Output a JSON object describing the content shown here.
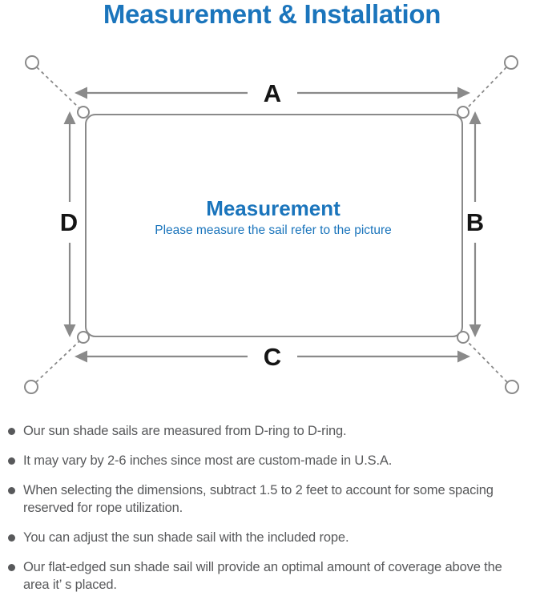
{
  "page": {
    "title": "Measurement & Installation"
  },
  "diagram": {
    "labels": {
      "top": "A",
      "right": "B",
      "bottom": "C",
      "left": "D"
    },
    "center": {
      "title": "Measurement",
      "subtitle": "Please measure the sail refer to the picture"
    }
  },
  "notes": [
    "Our sun shade sails are measured from D-ring to D-ring.",
    "It may vary by 2-6 inches since most are custom-made in U.S.A.",
    "When selecting the dimensions, subtract 1.5 to 2 feet to account for some spacing reserved for rope utilization.",
    "You can adjust the sun shade sail with the included rope.",
    "Our flat-edged sun shade sail will provide an optimal amount of coverage above the area it’ s placed."
  ],
  "colors": {
    "accent_blue": "#1b75bc",
    "diagram_gray": "#8a8a8a",
    "label_black": "#151515",
    "note_gray": "#58595b"
  }
}
